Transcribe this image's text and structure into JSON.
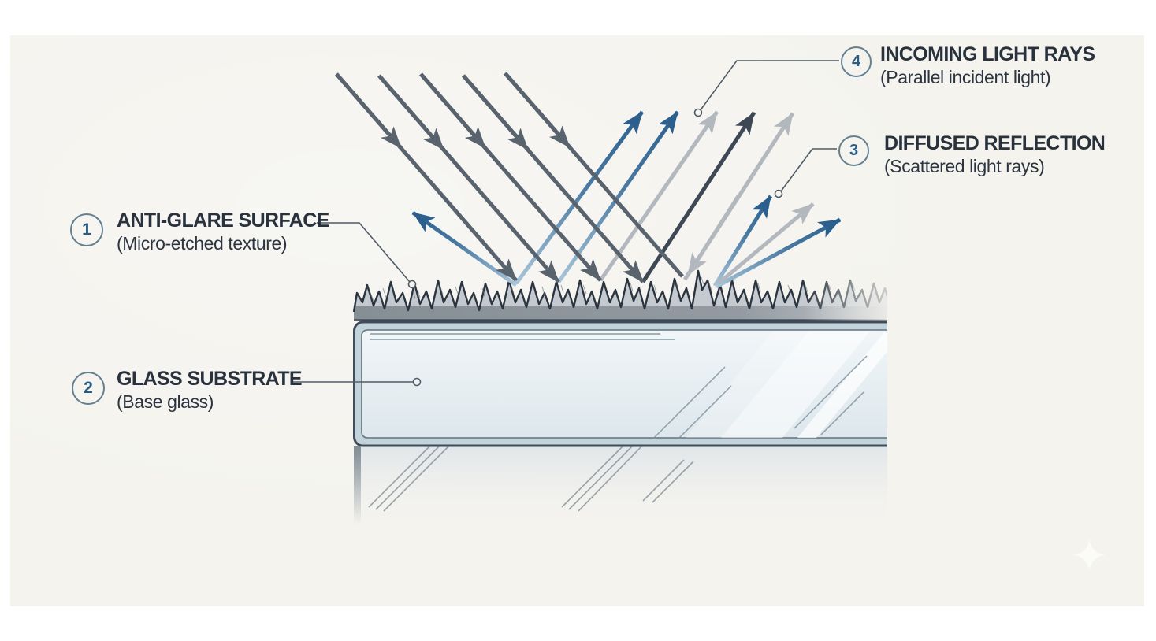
{
  "figure_type": "anti-glare surface optics illustration",
  "canvas": {
    "page_background": "#ffffff",
    "canvas_background": "#f4f3ee"
  },
  "callouts": [
    {
      "number": "1",
      "title": "ANTI-GLARE SURFACE",
      "subtitle": "(Micro-etched texture)"
    },
    {
      "number": "2",
      "title": "GLASS SUBSTRATE",
      "subtitle": "(Base glass)"
    },
    {
      "number": "3",
      "title": "DIFFUSED REFLECTION",
      "subtitle": "(Scattered light rays)"
    },
    {
      "number": "4",
      "title": "INCOMING LIGHT RAYS",
      "subtitle": "(Parallel incident light)"
    }
  ],
  "colors": {
    "incoming_ray": "#59636d",
    "reflected_blue_dark": "#2a5f8e",
    "reflected_blue_light": "#a9c6d9",
    "reflected_gray": "#b3b8be",
    "reflected_charcoal": "#3e4854",
    "surface_band_gray": "#8d959d",
    "surface_peak_gray": "#c7ccd2",
    "surface_outline": "#2b3540",
    "glass_border_band": "#c3d3db",
    "glass_border_line": "#3f4d59",
    "glass_fill": "#e9f0f4",
    "text": "#28313c",
    "callout_number": "#295c85",
    "callout_ring": "#64808f",
    "leader_line": "#4f5b66"
  },
  "icons": {
    "sparkle": "✦"
  }
}
